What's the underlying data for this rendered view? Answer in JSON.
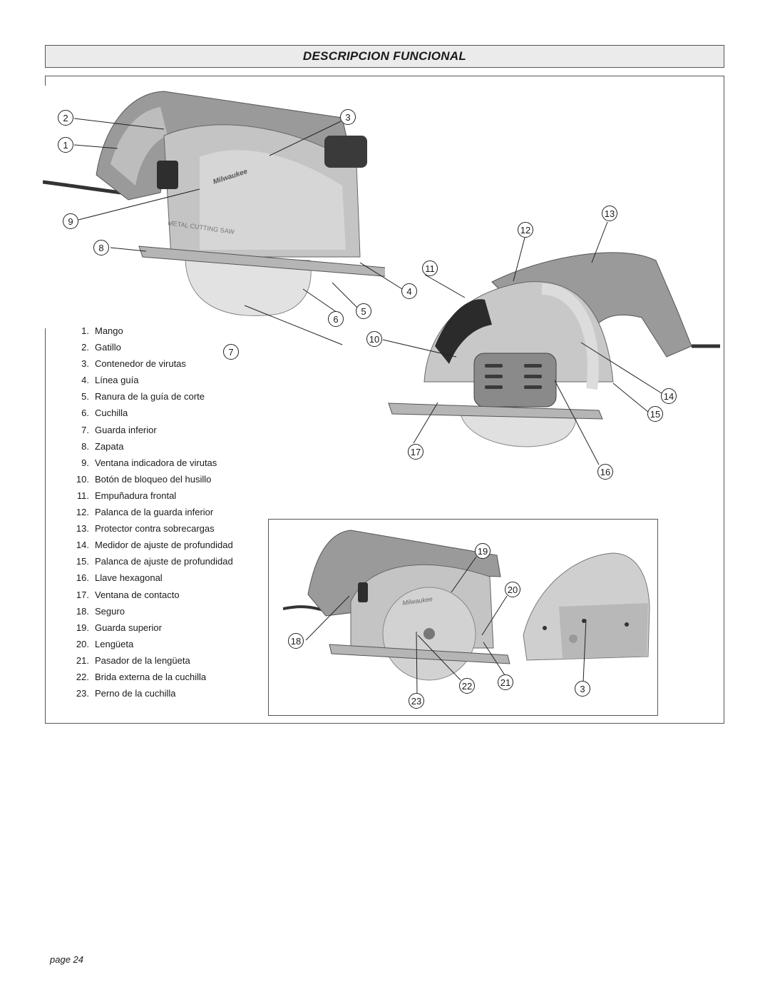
{
  "header": {
    "title": "DESCRIPCION  FUNCIONAL"
  },
  "parts": [
    {
      "num": "1.",
      "label": "Mango"
    },
    {
      "num": "2.",
      "label": "Gatillo"
    },
    {
      "num": "3.",
      "label": "Contenedor de virutas"
    },
    {
      "num": "4.",
      "label": "Línea guía"
    },
    {
      "num": "5.",
      "label": "Ranura de la guía de corte"
    },
    {
      "num": "6.",
      "label": "Cuchilla"
    },
    {
      "num": "7.",
      "label": "Guarda inferior"
    },
    {
      "num": "8.",
      "label": "Zapata"
    },
    {
      "num": "9.",
      "label": "Ventana indicadora de virutas"
    },
    {
      "num": "10.",
      "label": "Botón de bloqueo del husillo"
    },
    {
      "num": "11.",
      "label": "Empuñadura frontal"
    },
    {
      "num": "12.",
      "label": "Palanca de la guarda inferior"
    },
    {
      "num": "13.",
      "label": "Protector contra sobrecargas"
    },
    {
      "num": "14.",
      "label": "Medidor de ajuste de profundidad"
    },
    {
      "num": "15.",
      "label": "Palanca de ajuste de profundidad"
    },
    {
      "num": "16.",
      "label": "Llave hexagonal"
    },
    {
      "num": "17.",
      "label": "Ventana de contacto"
    },
    {
      "num": "18.",
      "label": "Seguro"
    },
    {
      "num": "19.",
      "label": "Guarda superior"
    },
    {
      "num": "20.",
      "label": "Lengüeta"
    },
    {
      "num": "21.",
      "label": "Pasador de la lengüeta"
    },
    {
      "num": "22.",
      "label": "Brida externa de la cuchilla"
    },
    {
      "num": "23.",
      "label": "Perno de la cuchilla"
    }
  ],
  "callouts": {
    "c1": "1",
    "c2": "2",
    "c3": "3",
    "c4": "4",
    "c5": "5",
    "c6": "6",
    "c7": "7",
    "c8": "8",
    "c9": "9",
    "c10": "10",
    "c11": "11",
    "c12": "12",
    "c13": "13",
    "c14": "14",
    "c15": "15",
    "c16": "16",
    "c17": "17",
    "c18": "18",
    "c19": "19",
    "c20": "20",
    "c21": "21",
    "c22": "22",
    "c23": "23",
    "c3b": "3"
  },
  "photo_text": {
    "brand": "Milwaukee",
    "saw_side_text": "METAL CUTTING SAW"
  },
  "footer": {
    "page": "page 24"
  }
}
